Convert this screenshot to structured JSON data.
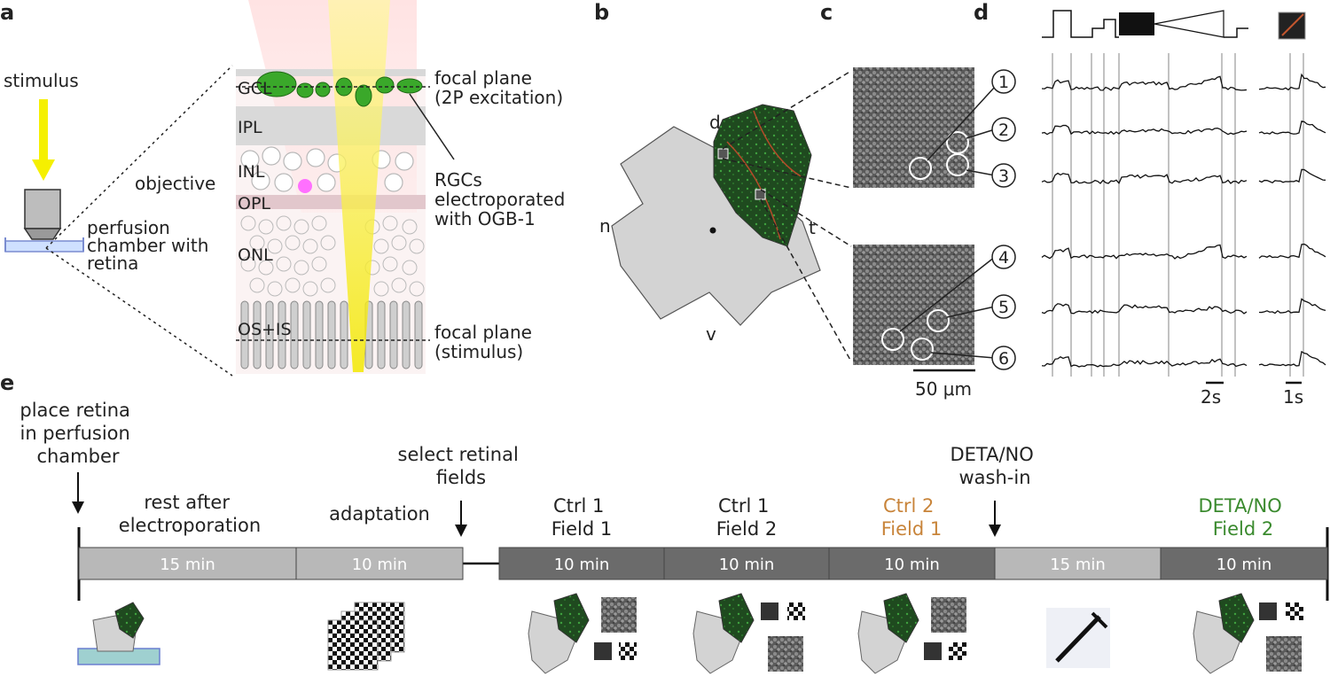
{
  "panels": {
    "a": "a",
    "b": "b",
    "c": "c",
    "d": "d",
    "e": "e"
  },
  "a": {
    "stimulus": "stimulus",
    "objective": "objective",
    "chamber": [
      "perfusion",
      "chamber with",
      "retina"
    ],
    "layers": {
      "gcl": "GCL",
      "ipl": "IPL",
      "inl": "INL",
      "opl": "OPL",
      "onl": "ONL",
      "osis": "OS+IS"
    },
    "focal_2p": [
      "focal plane",
      "(2P excitation)"
    ],
    "rgc": [
      "RGCs",
      "electroporated",
      "with OGB-1"
    ],
    "focal_stim": [
      "focal plane",
      "(stimulus)"
    ]
  },
  "b": {
    "d": "d",
    "n": "n",
    "t": "t",
    "v": "v"
  },
  "c": {
    "cells": [
      "1",
      "2",
      "3",
      "4",
      "5",
      "6"
    ],
    "scale": "50 μm"
  },
  "d": {
    "scale_left": "2s",
    "scale_right": "1s"
  },
  "e": {
    "step_place": [
      "place retina",
      "in perfusion",
      "chamber"
    ],
    "step_rest": [
      "rest after",
      "electroporation"
    ],
    "step_adapt": "adaptation",
    "step_select": [
      "select retinal",
      "fields"
    ],
    "step_ctrl1f1": [
      "Ctrl 1",
      "Field 1"
    ],
    "step_ctrl1f2": [
      "Ctrl 1",
      "Field 2"
    ],
    "step_ctrl2f1": [
      "Ctrl 2",
      "Field 1"
    ],
    "step_washin": [
      "DETA/NO",
      "wash-in"
    ],
    "step_detaf2": [
      "DETA/NO",
      "Field 2"
    ],
    "bars": [
      "15 min",
      "10 min",
      "10 min",
      "10 min",
      "10 min",
      "15 min",
      "10 min"
    ]
  },
  "colors": {
    "ctrl2": "#c8843a",
    "deta": "#3a8a2e",
    "stimulus": "#f5f000",
    "gcl": "#3aa82a",
    "bar_light": "#b8b8b8",
    "bar_dark": "#6b6b6b"
  }
}
